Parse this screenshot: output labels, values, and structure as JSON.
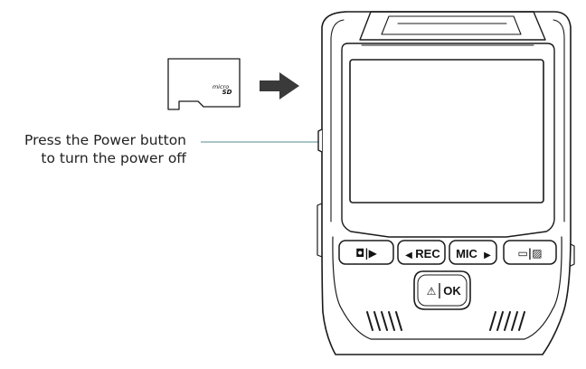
{
  "instruction": {
    "line1": "Press the Power button",
    "line2": "to turn the power off"
  },
  "sd_card": {
    "brand_top": "micro",
    "brand_bottom": "SD",
    "icon": "microsd-card-icon"
  },
  "insert_arrow": {
    "icon": "right-arrow-icon"
  },
  "dashcam": {
    "buttons": {
      "mode_left": "◘|▶",
      "rec_arrow": "◀",
      "rec": "REC",
      "mic": "MIC",
      "mic_arrow": "▶",
      "mode_right": "▭|▨",
      "ok_warning": "⚠",
      "ok": "OK"
    }
  },
  "colors": {
    "line": "#1a1a1a",
    "leader": "#a8c4c8",
    "arrow": "#3a3a3a"
  }
}
